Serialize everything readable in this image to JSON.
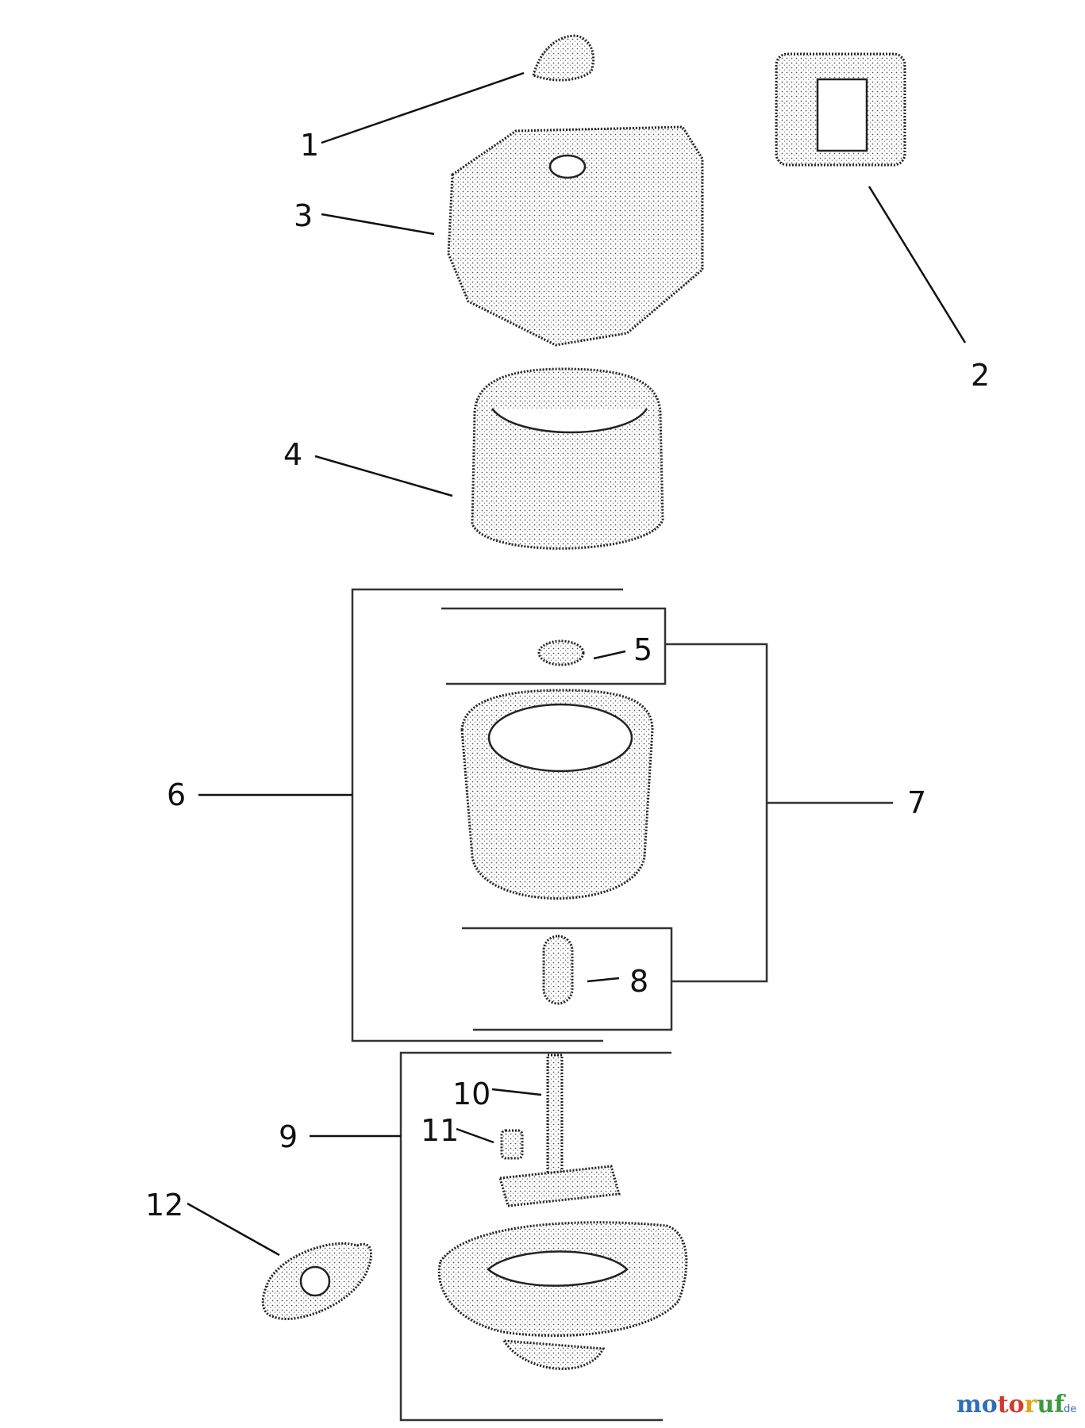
{
  "callouts": [
    {
      "label": "1"
    },
    {
      "label": "2"
    },
    {
      "label": "3"
    },
    {
      "label": "4"
    },
    {
      "label": "5"
    },
    {
      "label": "6"
    },
    {
      "label": "7"
    },
    {
      "label": "8"
    },
    {
      "label": "9"
    },
    {
      "label": "10"
    },
    {
      "label": "11"
    },
    {
      "label": "12"
    }
  ],
  "watermark": {
    "letters": [
      "m",
      "o",
      "t",
      "o",
      "r",
      "u",
      "f"
    ],
    "letter_colors": [
      "#2e6fb7",
      "#2e6fb7",
      "#d33a2c",
      "#d33a2c",
      "#e8a21a",
      "#3b9a3b",
      "#3b9a3b"
    ],
    "suffix": ".de"
  }
}
